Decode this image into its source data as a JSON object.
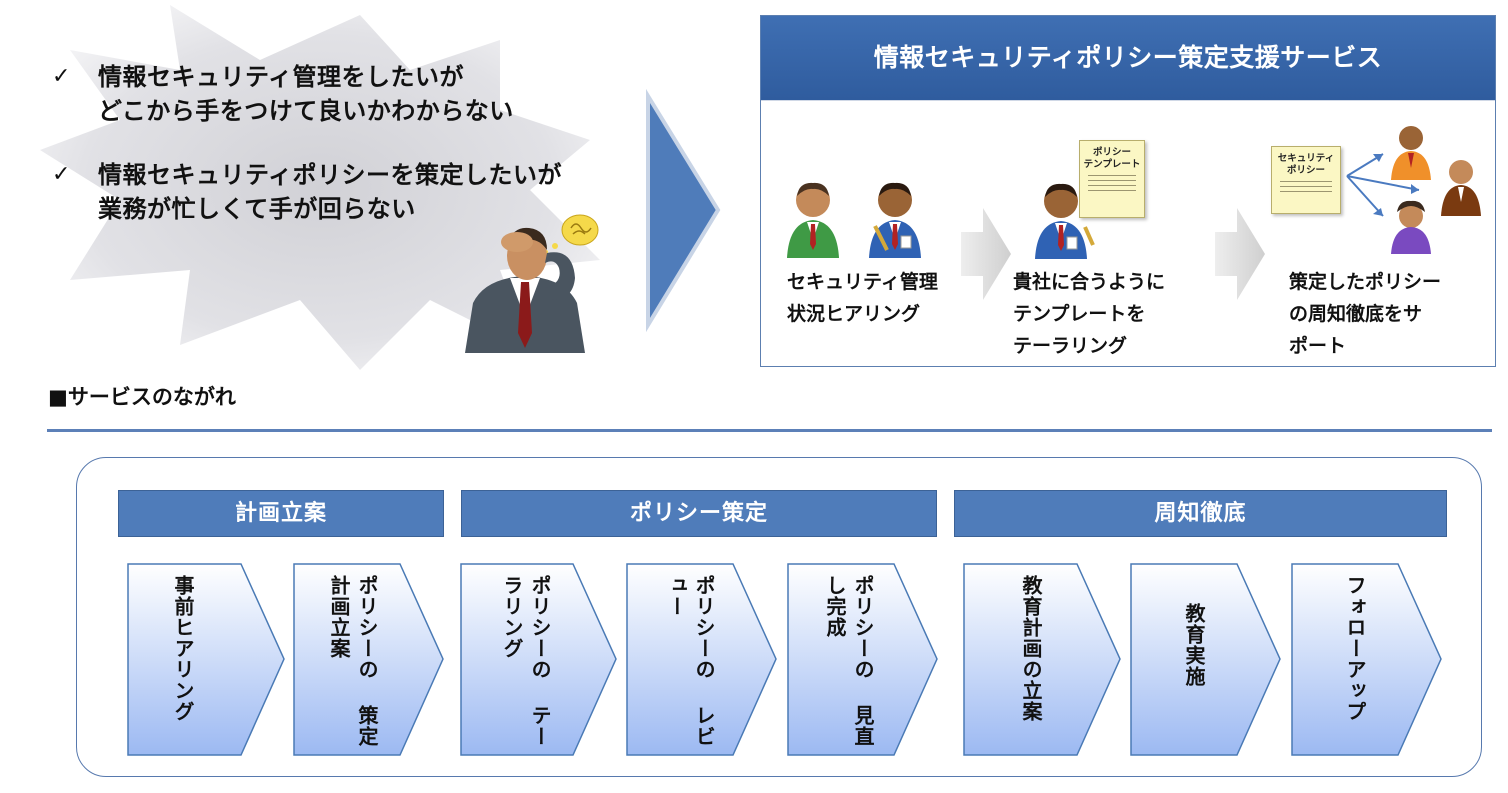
{
  "pain_points": [
    {
      "check": "✓",
      "line1": "情報セキュリティ管理をしたいが",
      "line2": "どこから手をつけて良いかわからない"
    },
    {
      "check": "✓",
      "line1": "情報セキュリティポリシーを策定したいが",
      "line2": "業務が忙しくて手が回らない"
    }
  ],
  "service": {
    "title": "情報セキュリティポリシー策定支援サービス",
    "steps": [
      {
        "lines": [
          "セキュリティ管理",
          "状況ヒアリング"
        ]
      },
      {
        "lines": [
          "貴社に合うように",
          "テンプレートを",
          "テーラリング"
        ],
        "doc": [
          "ポリシー",
          "テンプレート"
        ]
      },
      {
        "lines": [
          "策定したポリシー",
          "の周知徹底をサ",
          "ポート"
        ],
        "doc": [
          "セキュリティ",
          "ポリシー"
        ]
      }
    ]
  },
  "flow": {
    "section_title": "■サービスのながれ",
    "phases": [
      "計画立案",
      "ポリシー策定",
      "周知徹底"
    ],
    "steps": [
      {
        "col1": "事前ヒアリング"
      },
      {
        "col1": "ポリシーの",
        "col2": "策定計画立案"
      },
      {
        "col1": "ポリシーの",
        "col2": "テーラリング"
      },
      {
        "col1": "ポリシーの",
        "col2": "レビュー"
      },
      {
        "col1": "ポリシーの",
        "col2": "見直し完成"
      },
      {
        "col1": "教育計画の立案"
      },
      {
        "col1": "教育実施"
      },
      {
        "col1": "フォローアップ"
      }
    ]
  },
  "colors": {
    "accent_blue": "#4f7cba",
    "header_blue": "#2f5c9e",
    "chevron_top": "#ffffff",
    "chevron_bottom": "#9cb9f2"
  }
}
